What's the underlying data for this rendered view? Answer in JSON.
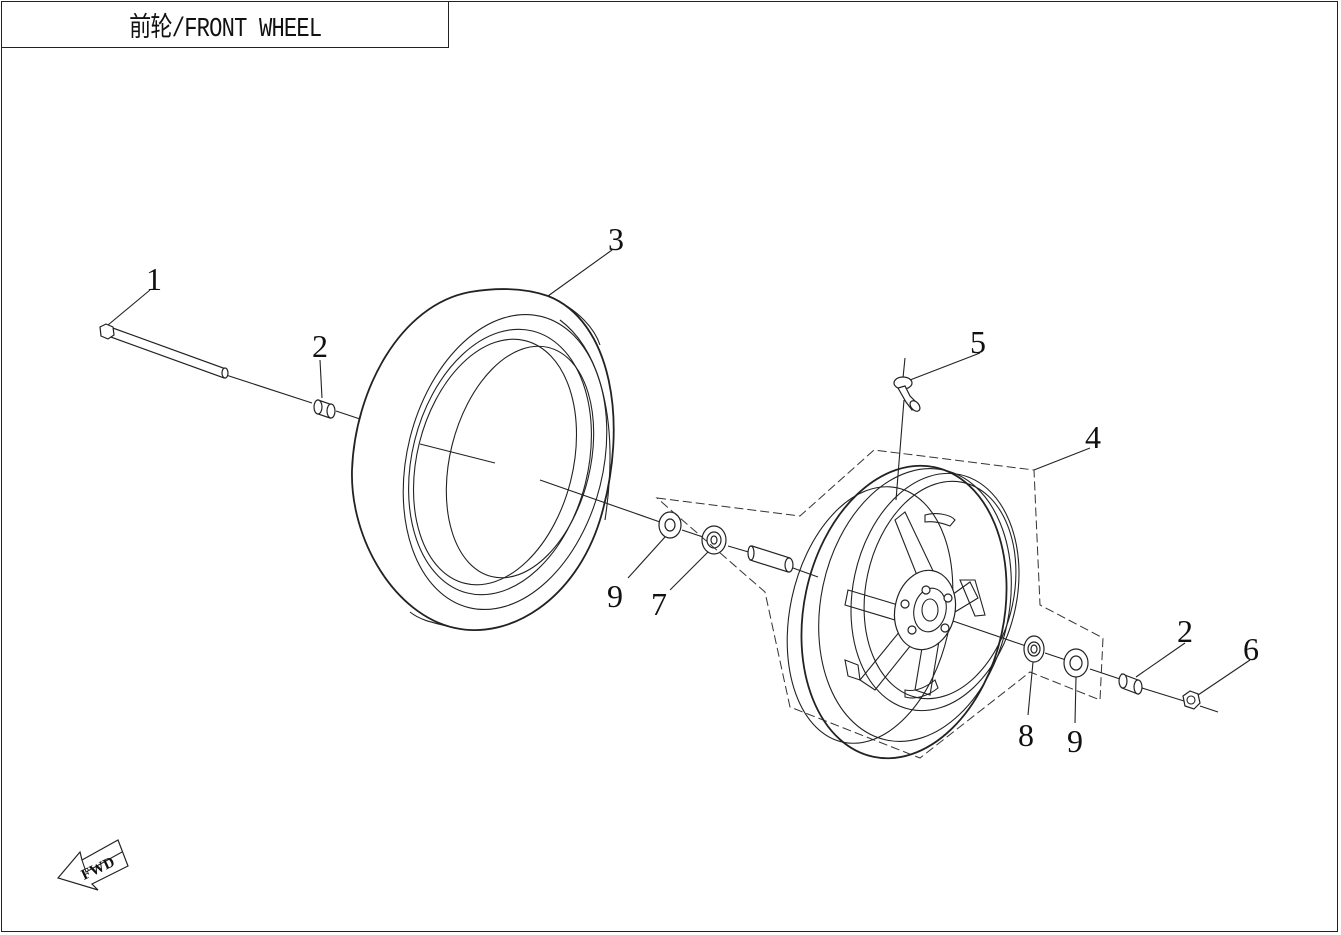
{
  "title": "前轮/FRONT WHEEL",
  "fwd_label": "FWD",
  "callouts": [
    {
      "id": "c1",
      "label": "1"
    },
    {
      "id": "c2a",
      "label": "2"
    },
    {
      "id": "c3",
      "label": "3"
    },
    {
      "id": "c5",
      "label": "5"
    },
    {
      "id": "c4",
      "label": "4"
    },
    {
      "id": "c9a",
      "label": "9"
    },
    {
      "id": "c7",
      "label": "7"
    },
    {
      "id": "c2b",
      "label": "2"
    },
    {
      "id": "c6",
      "label": "6"
    },
    {
      "id": "c8",
      "label": "8"
    },
    {
      "id": "c9b",
      "label": "9"
    }
  ]
}
